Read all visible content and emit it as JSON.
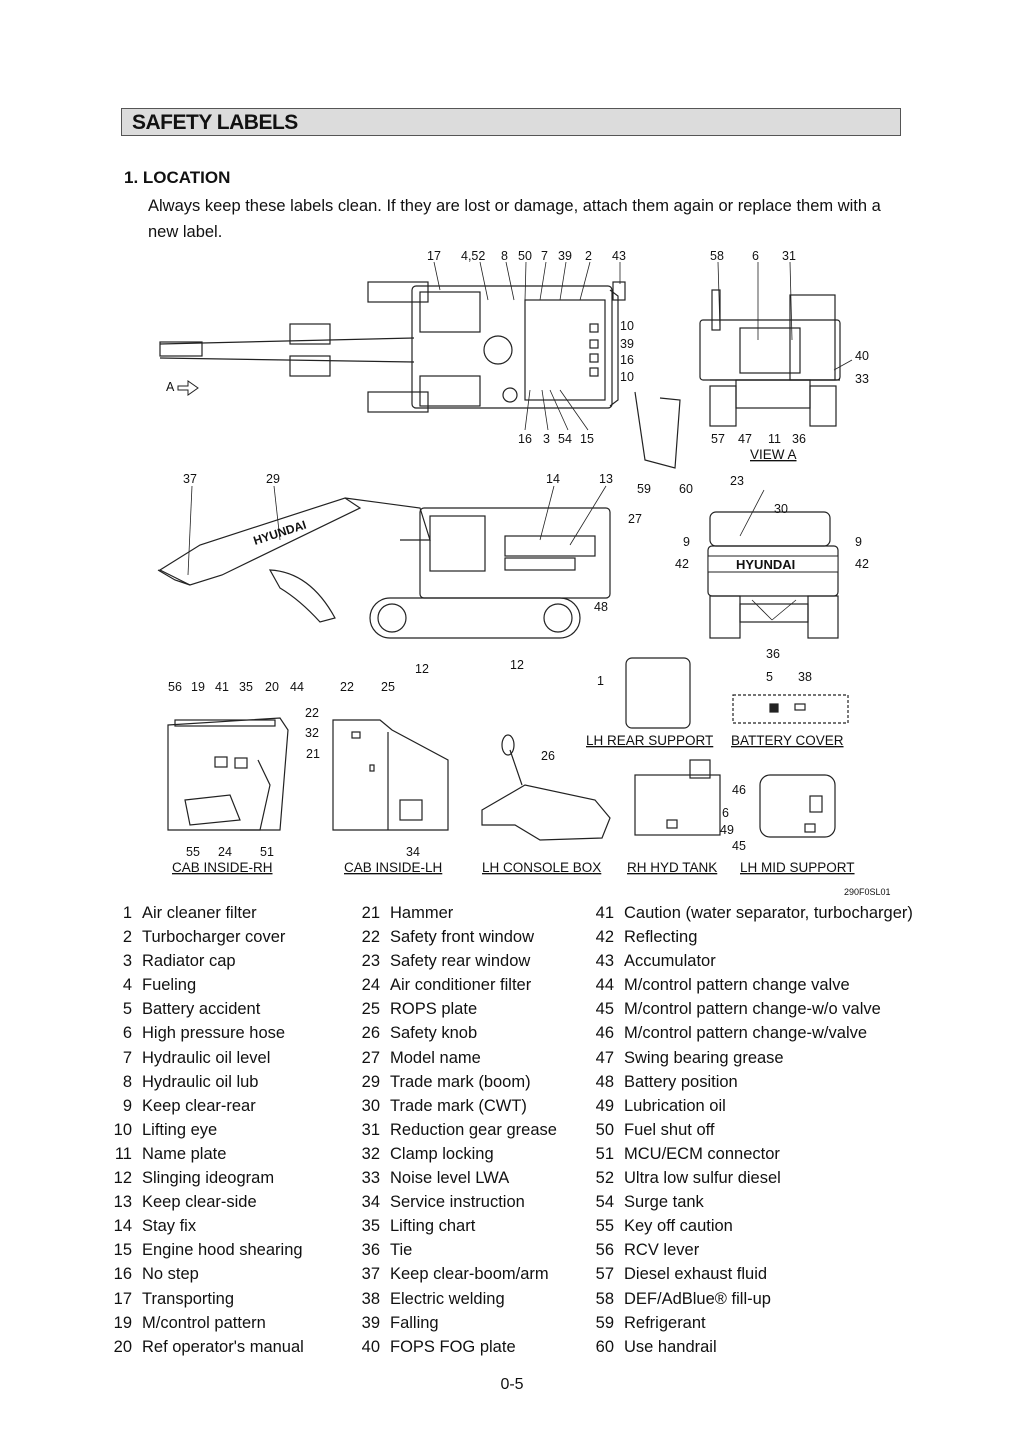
{
  "header": {
    "title": "SAFETY LABELS"
  },
  "section": {
    "heading": "1.  LOCATION",
    "intro": "Always keep these labels clean.  If they are lost or damage, attach them again or replace them with a new label."
  },
  "figure": {
    "ref": "290F0SL01",
    "callouts": {
      "top": [
        "17",
        "4,52",
        "8",
        "50",
        "7",
        "39",
        "2",
        "43"
      ],
      "top_right": [
        "10",
        "39",
        "16",
        "10"
      ],
      "top_bottom": [
        "16",
        "3",
        "54",
        "15"
      ],
      "view_a_top": [
        "58",
        "6",
        "31"
      ],
      "view_a_right": [
        "40",
        "33"
      ],
      "view_a_bottom": [
        "57",
        "47",
        "11",
        "36"
      ],
      "side": [
        "37",
        "29",
        "14",
        "13",
        "27",
        "48",
        "12",
        "12"
      ],
      "middle": [
        "59",
        "60",
        "23",
        "30",
        "9",
        "42",
        "9",
        "42",
        "36"
      ],
      "cab_rh": [
        "56",
        "19",
        "41",
        "35",
        "20",
        "44",
        "22",
        "32",
        "55",
        "24",
        "51"
      ],
      "cab_lh": [
        "22",
        "25",
        "21",
        "34"
      ],
      "misc": [
        "1",
        "5",
        "38",
        "26",
        "46",
        "6",
        "49",
        "45"
      ]
    },
    "brand": "HYUNDAI",
    "arrow_label": "A",
    "captions": {
      "view_a": "VIEW A",
      "lh_rear_support": "LH REAR SUPPORT",
      "battery_cover": "BATTERY COVER",
      "cab_inside_rh": "CAB INSIDE-RH",
      "cab_inside_lh": "CAB INSIDE-LH",
      "lh_console_box": "LH CONSOLE BOX",
      "rh_hyd_tank": "RH HYD TANK",
      "lh_mid_support": "LH MID SUPPORT"
    }
  },
  "legend": {
    "columns": [
      [
        {
          "num": "1",
          "text": "Air cleaner filter"
        },
        {
          "num": "2",
          "text": "Turbocharger cover"
        },
        {
          "num": "3",
          "text": "Radiator cap"
        },
        {
          "num": "4",
          "text": "Fueling"
        },
        {
          "num": "5",
          "text": "Battery accident"
        },
        {
          "num": "6",
          "text": "High pressure hose"
        },
        {
          "num": "7",
          "text": "Hydraulic oil level"
        },
        {
          "num": "8",
          "text": "Hydraulic oil lub"
        },
        {
          "num": "9",
          "text": "Keep clear-rear"
        },
        {
          "num": "10",
          "text": "Lifting eye"
        },
        {
          "num": "11",
          "text": "Name plate"
        },
        {
          "num": "12",
          "text": "Slinging ideogram"
        },
        {
          "num": "13",
          "text": "Keep clear-side"
        },
        {
          "num": "14",
          "text": "Stay fix"
        },
        {
          "num": "15",
          "text": "Engine hood shearing"
        },
        {
          "num": "16",
          "text": "No step"
        },
        {
          "num": "17",
          "text": "Transporting"
        },
        {
          "num": "19",
          "text": "M/control pattern"
        },
        {
          "num": "20",
          "text": "Ref operator's manual"
        }
      ],
      [
        {
          "num": "21",
          "text": "Hammer"
        },
        {
          "num": "22",
          "text": "Safety front window"
        },
        {
          "num": "23",
          "text": "Safety rear window"
        },
        {
          "num": "24",
          "text": "Air conditioner filter"
        },
        {
          "num": "25",
          "text": "ROPS plate"
        },
        {
          "num": "26",
          "text": "Safety knob"
        },
        {
          "num": "27",
          "text": "Model name"
        },
        {
          "num": "29",
          "text": "Trade mark (boom)"
        },
        {
          "num": "30",
          "text": "Trade mark (CWT)"
        },
        {
          "num": "31",
          "text": "Reduction gear grease"
        },
        {
          "num": "32",
          "text": "Clamp locking"
        },
        {
          "num": "33",
          "text": "Noise level LWA"
        },
        {
          "num": "34",
          "text": "Service instruction"
        },
        {
          "num": "35",
          "text": "Lifting chart"
        },
        {
          "num": "36",
          "text": "Tie"
        },
        {
          "num": "37",
          "text": "Keep clear-boom/arm"
        },
        {
          "num": "38",
          "text": "Electric welding"
        },
        {
          "num": "39",
          "text": "Falling"
        },
        {
          "num": "40",
          "text": "FOPS FOG plate"
        }
      ],
      [
        {
          "num": "41",
          "text": "Caution (water separator, turbocharger)"
        },
        {
          "num": "42",
          "text": "Reflecting"
        },
        {
          "num": "43",
          "text": "Accumulator"
        },
        {
          "num": "44",
          "text": "M/control pattern change valve"
        },
        {
          "num": "45",
          "text": "M/control pattern change-w/o valve"
        },
        {
          "num": "46",
          "text": "M/control pattern change-w/valve"
        },
        {
          "num": "47",
          "text": "Swing bearing grease"
        },
        {
          "num": "48",
          "text": "Battery position"
        },
        {
          "num": "49",
          "text": "Lubrication oil"
        },
        {
          "num": "50",
          "text": "Fuel shut off"
        },
        {
          "num": "51",
          "text": "MCU/ECM connector"
        },
        {
          "num": "52",
          "text": "Ultra low sulfur diesel"
        },
        {
          "num": "54",
          "text": "Surge tank"
        },
        {
          "num": "55",
          "text": "Key off caution"
        },
        {
          "num": "56",
          "text": "RCV lever"
        },
        {
          "num": "57",
          "text": "Diesel exhaust fluid"
        },
        {
          "num": "58",
          "text": "DEF/AdBlue® fill-up"
        },
        {
          "num": "59",
          "text": "Refrigerant"
        },
        {
          "num": "60",
          "text": "Use handrail"
        }
      ]
    ]
  },
  "footer": {
    "page": "0-5"
  }
}
